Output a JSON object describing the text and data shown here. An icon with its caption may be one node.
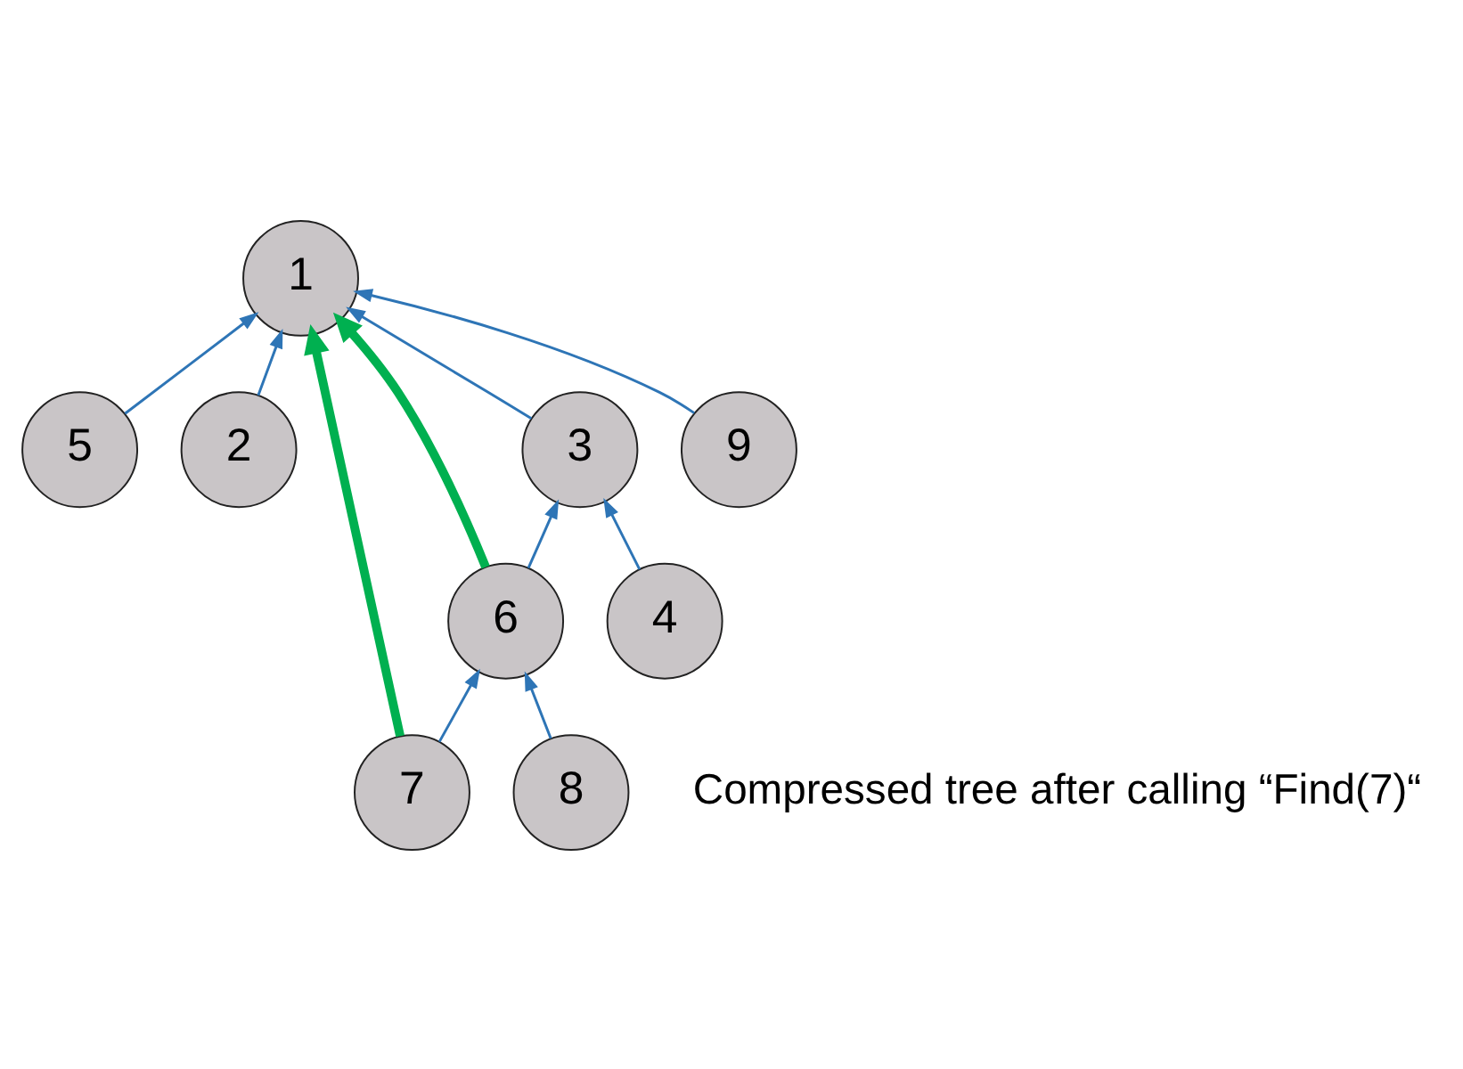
{
  "diagram": {
    "nodes": [
      {
        "text": [
          "1"
        ]
      },
      {
        "text": [
          "5"
        ]
      },
      {
        "text": [
          "2"
        ]
      },
      {
        "text": [
          "3"
        ]
      },
      {
        "text": [
          "9"
        ]
      },
      {
        "text": [
          "6"
        ]
      },
      {
        "text": [
          "4"
        ]
      },
      {
        "text": [
          "7"
        ]
      },
      {
        "text": [
          "8"
        ]
      }
    ],
    "edges": [
      {
        "from": 1,
        "to": 0,
        "arrow": "to"
      },
      {
        "from": 2,
        "to": 0,
        "arrow": "to"
      },
      {
        "from": 3,
        "to": 0,
        "arrow": "to"
      },
      {
        "from": 4,
        "to": 0,
        "arrow": "to"
      },
      {
        "from": 5,
        "to": 3,
        "arrow": "to"
      },
      {
        "from": 6,
        "to": 3,
        "arrow": "to"
      },
      {
        "from": 7,
        "to": 5,
        "arrow": "to"
      },
      {
        "from": 8,
        "to": 5,
        "arrow": "to"
      },
      {
        "from": 5,
        "to": 0,
        "arrow": "to",
        "style": "thick",
        "color": "#00b050"
      },
      {
        "from": 7,
        "to": 0,
        "arrow": "to",
        "style": "thick",
        "color": "#00b050"
      }
    ],
    "labels": [
      "Compressed tree after calling “Find(7)“"
    ]
  }
}
